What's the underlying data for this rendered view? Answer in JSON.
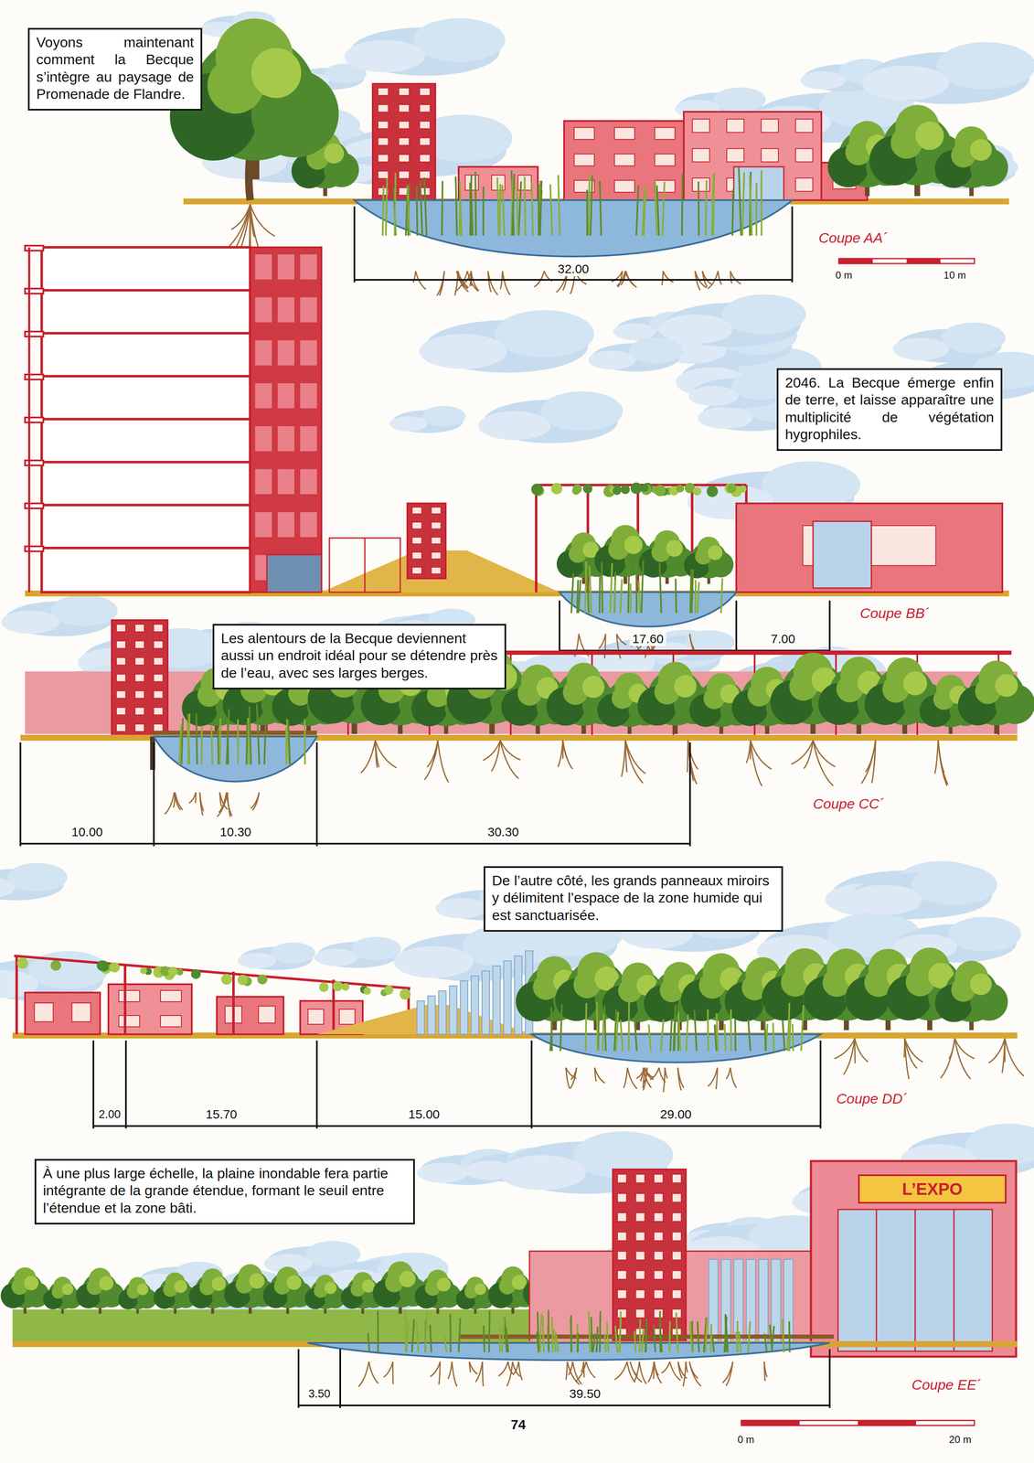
{
  "diagram": {
    "nodes": [
      {
        "text": [
          "Voyons maintenant comment la Becque s’intègre au paysage de Promenade de Flandre."
        ]
      },
      {
        "text": [
          "2046. La Becque émerge enfin de terre, et laisse apparaître une multiplicité de végétation hygrophiles."
        ]
      },
      {
        "text": [
          "Les alentours de la Becque deviennent aussi un endroit idéal pour se détendre près de l’eau, avec ses larges berges."
        ]
      },
      {
        "text": [
          "De l’autre côté, les grands panneaux miroirs y délimitent l’espace de la zone humide qui est sanctuarisée."
        ]
      },
      {
        "text": [
          "À une plus large échelle, la plaine inondable fera partie intégrante de la grande étendue, formant le seuil entre l’étendue et la zone bâti."
        ]
      }
    ],
    "labels": [
      "Coupe AA´",
      "0 m",
      "10 m",
      "32.00",
      "Coupe BB´",
      "17.60",
      "7.00",
      "10.00",
      "10.30",
      "30.30",
      "Coupe CC´",
      "2.00",
      "15.70",
      "15.00",
      "29.00",
      "Coupe DD´",
      "L’EXPO",
      "3.50",
      "39.50",
      "Coupe EE´",
      "74",
      "0 m",
      "20 m"
    ]
  }
}
